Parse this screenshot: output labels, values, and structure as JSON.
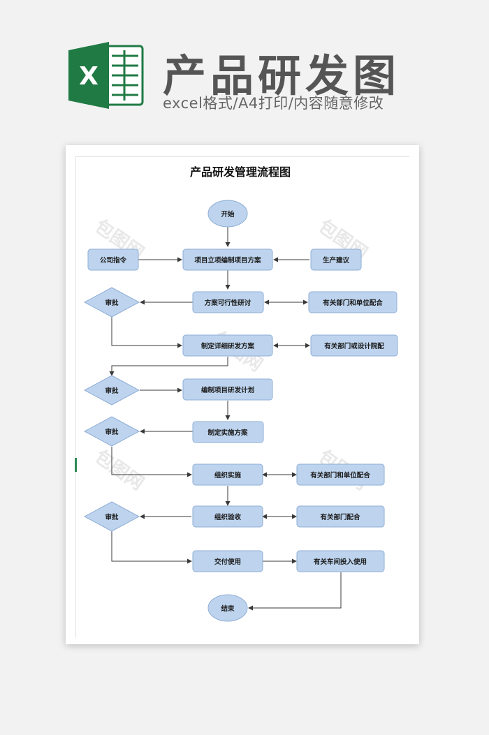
{
  "header": {
    "title": "产品研发图",
    "subtitle": "excel格式/A4打印/内容随意修改",
    "logo_icon": "excel-icon",
    "logo_letter": "X",
    "logo_color": "#1f7a44"
  },
  "flowchart": {
    "title": "产品研发管理流程图",
    "watermark": "包图网",
    "nodes": {
      "start": "开始",
      "company_order": "公司指令",
      "project_plan": "项目立项编制项目方案",
      "production_advice": "生产建议",
      "review1": "审批",
      "feasibility": "方案可行性研讨",
      "dept_cooperate1": "有关部门和单位配合",
      "detail_plan": "制定详细研发方案",
      "dept_design": "有关部门或设计院配",
      "review2": "审批",
      "dev_schedule": "编制项目研发计划",
      "review3": "审批",
      "impl_plan": "制定实施方案",
      "organize_impl": "组织实施",
      "dept_cooperate2": "有关部门和单位配合",
      "review4": "审批",
      "organize_accept": "组织验收",
      "dept_cooperate3": "有关部门配合",
      "delivery": "交付使用",
      "workshop_use": "有关车间投入使用",
      "end": "结束"
    },
    "colors": {
      "box_fill": "#bed4ee",
      "box_stroke": "#8faed6",
      "line": "#3a3a3a"
    }
  }
}
